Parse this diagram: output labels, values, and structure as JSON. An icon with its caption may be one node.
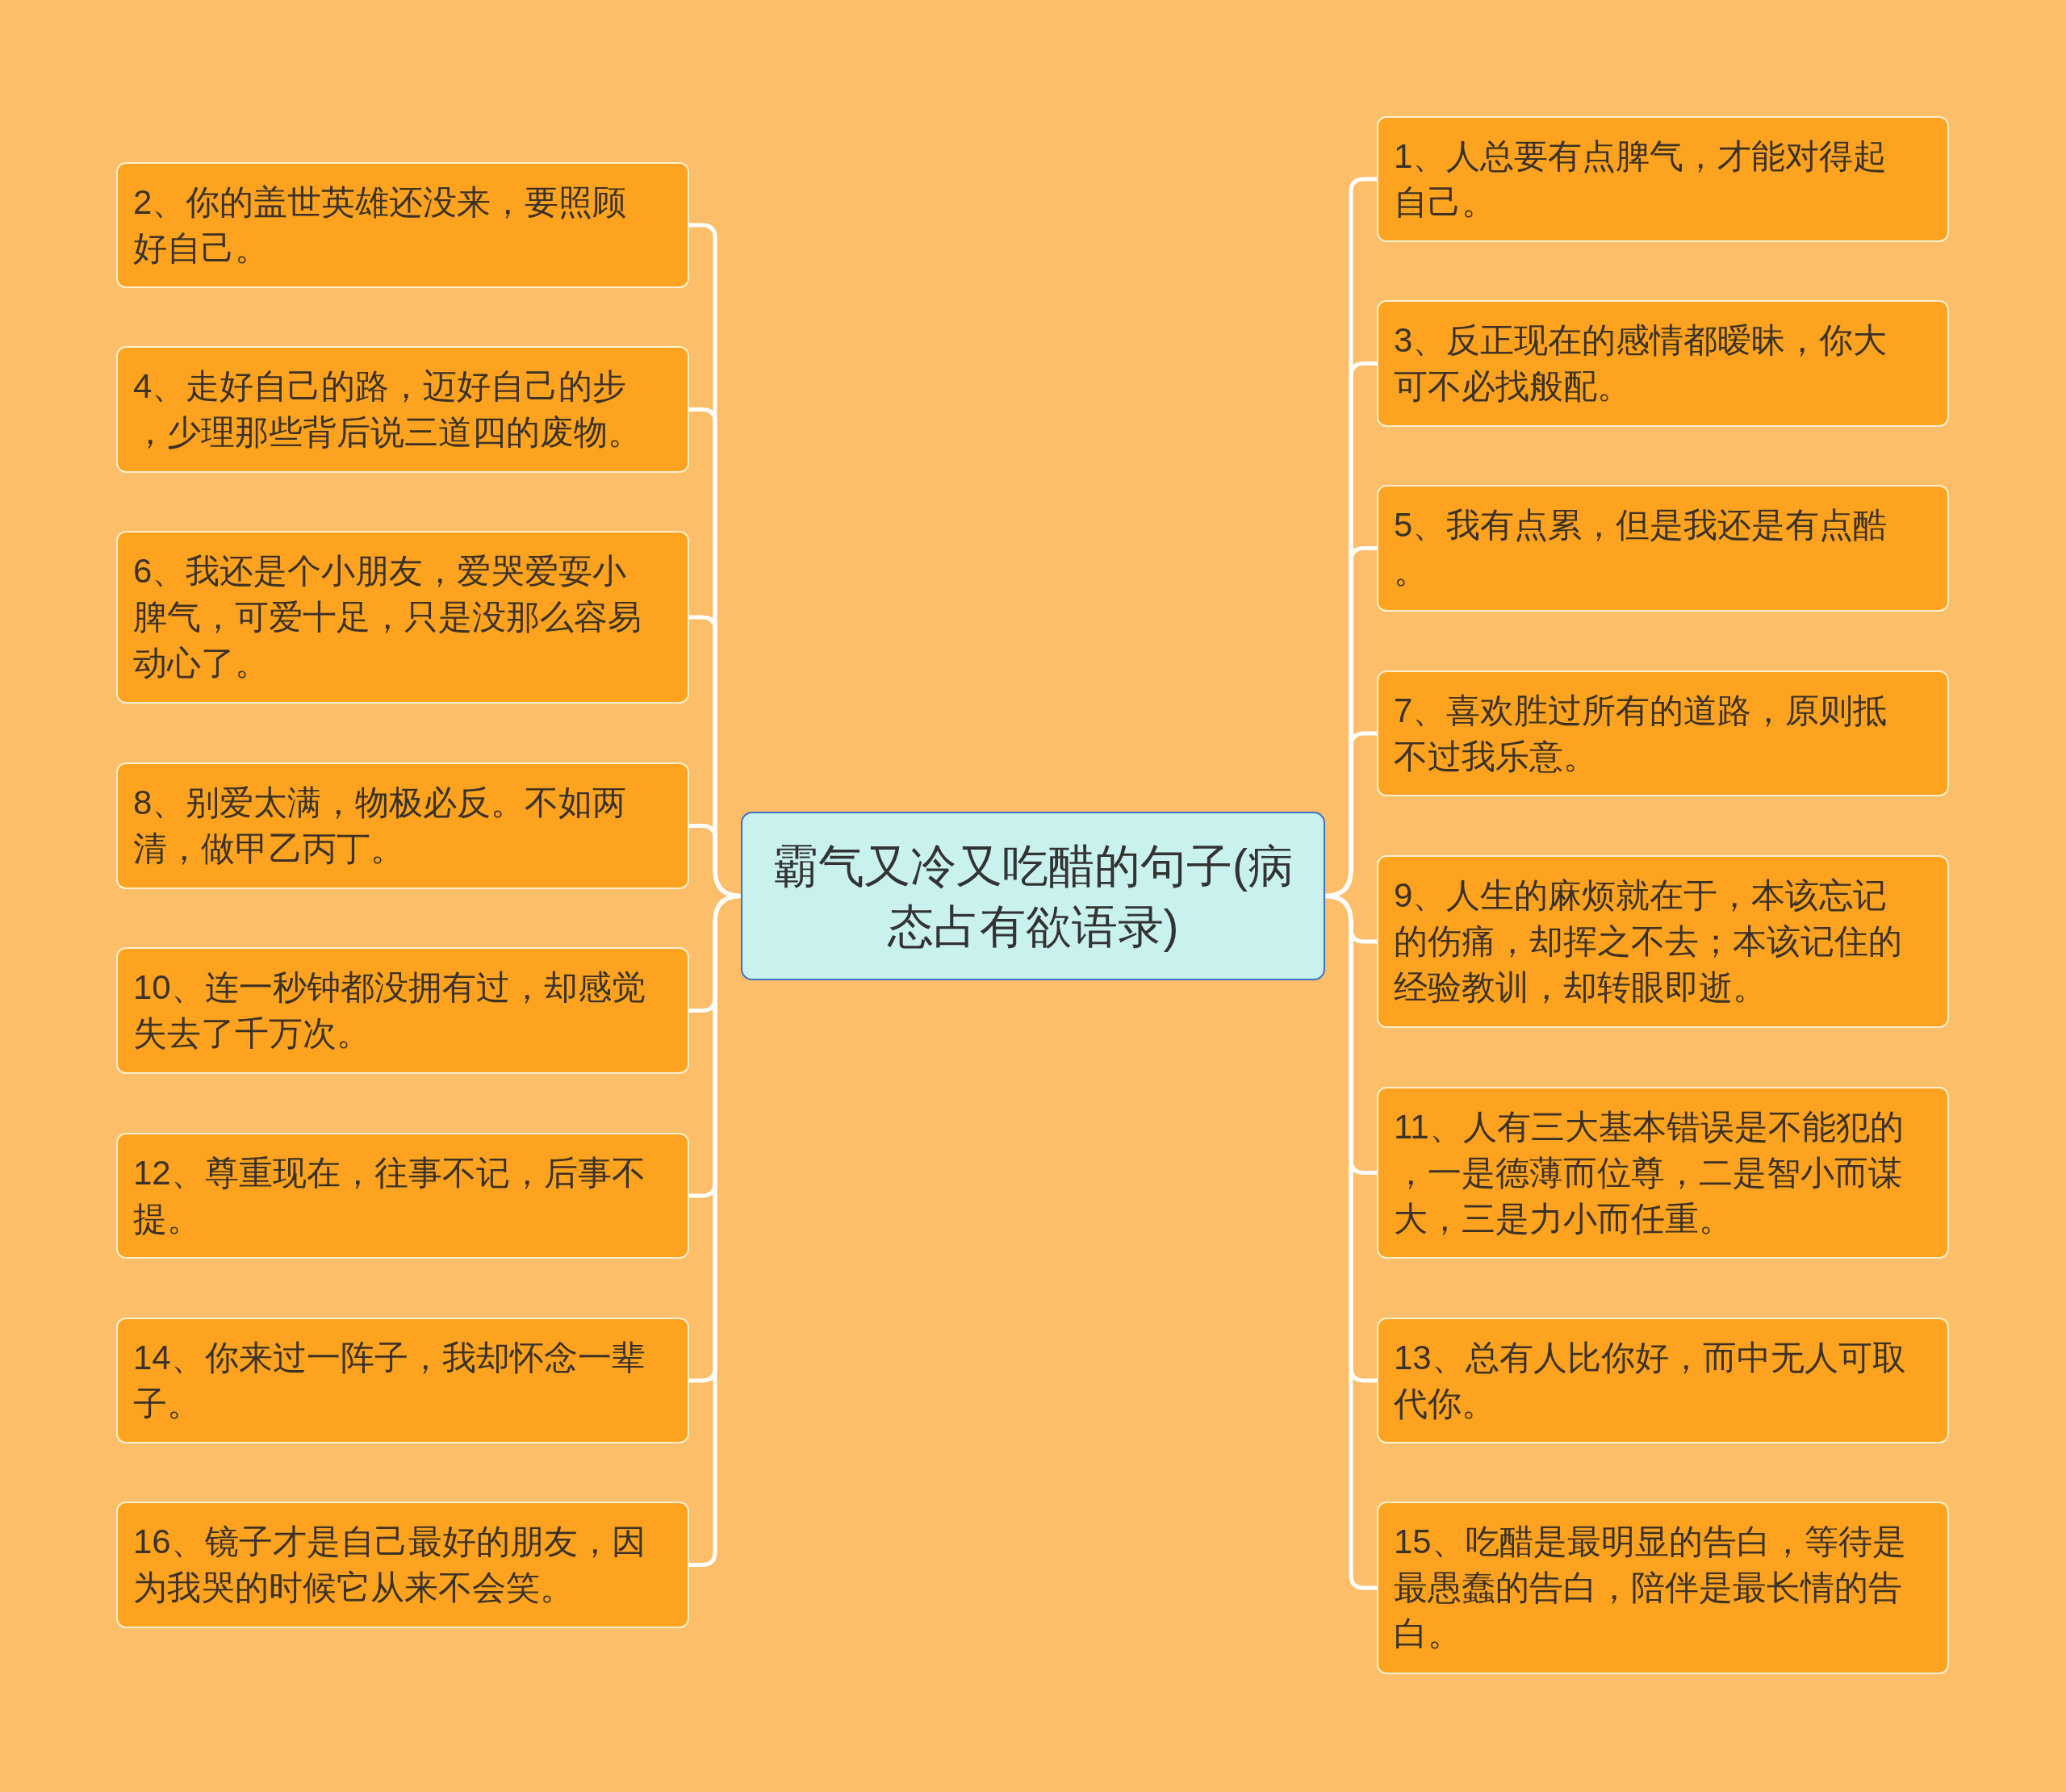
{
  "diagram": {
    "nodes": [
      {
        "text": [
          "霸气又冷又吃醋的句子(病态占有欲语录)"
        ]
      },
      {
        "text": [
          "1、人总要有点脾气，才能对得起自己。"
        ]
      },
      {
        "text": [
          "2、你的盖世英雄还没来，要照顾好自己。"
        ]
      },
      {
        "text": [
          "3、反正现在的感情都暧昧，你大可不必找般配。"
        ]
      },
      {
        "text": [
          "4、走好自己的路，迈好自己的步，少理那些背后说三道四的废物。"
        ]
      },
      {
        "text": [
          "5、我有点累，但是我还是有点酷。"
        ]
      },
      {
        "text": [
          "6、我还是个小朋友，爱哭爱耍小脾气，可爱十足，只是没那么容易动心了。"
        ]
      },
      {
        "text": [
          "7、喜欢胜过所有的道路，原则抵不过我乐意。"
        ]
      },
      {
        "text": [
          "8、别爱太满，物极必反。不如两清，做甲乙丙丁。"
        ]
      },
      {
        "text": [
          "9、人生的麻烦就在于，本该忘记的伤痛，却挥之不去；本该记住的经验教训，却转眼即逝。"
        ]
      },
      {
        "text": [
          "10、连一秒钟都没拥有过，却感觉失去了千万次。"
        ]
      },
      {
        "text": [
          "11、人有三大基本错误是不能犯的，一是德薄而位尊，二是智小而谋大，三是力小而任重。"
        ]
      },
      {
        "text": [
          "12、尊重现在，往事不记，后事不提。"
        ]
      },
      {
        "text": [
          "13、总有人比你好，而中无人可取代你。"
        ]
      },
      {
        "text": [
          "14、你来过一阵子，我却怀念一辈子。"
        ]
      },
      {
        "text": [
          "15、吃醋是最明显的告白，等待是最愚蠢的告白，陪伴是最长情的告白。"
        ]
      },
      {
        "text": [
          "16、镜子才是自己最好的朋友，因为我哭的时候它从来不会笑。"
        ]
      }
    ],
    "edges": [
      {
        "from": 0,
        "to": 1,
        "arrow": "none"
      },
      {
        "from": 0,
        "to": 2,
        "arrow": "none"
      },
      {
        "from": 0,
        "to": 3,
        "arrow": "none"
      },
      {
        "from": 0,
        "to": 4,
        "arrow": "none"
      },
      {
        "from": 0,
        "to": 5,
        "arrow": "none"
      },
      {
        "from": 0,
        "to": 6,
        "arrow": "none"
      },
      {
        "from": 0,
        "to": 7,
        "arrow": "none"
      },
      {
        "from": 0,
        "to": 8,
        "arrow": "none"
      },
      {
        "from": 0,
        "to": 9,
        "arrow": "none"
      },
      {
        "from": 0,
        "to": 10,
        "arrow": "none"
      },
      {
        "from": 0,
        "to": 11,
        "arrow": "none"
      },
      {
        "from": 0,
        "to": 12,
        "arrow": "none"
      },
      {
        "from": 0,
        "to": 13,
        "arrow": "none"
      },
      {
        "from": 0,
        "to": 14,
        "arrow": "none"
      },
      {
        "from": 0,
        "to": 15,
        "arrow": "none"
      },
      {
        "from": 0,
        "to": 16,
        "arrow": "none"
      }
    ]
  }
}
